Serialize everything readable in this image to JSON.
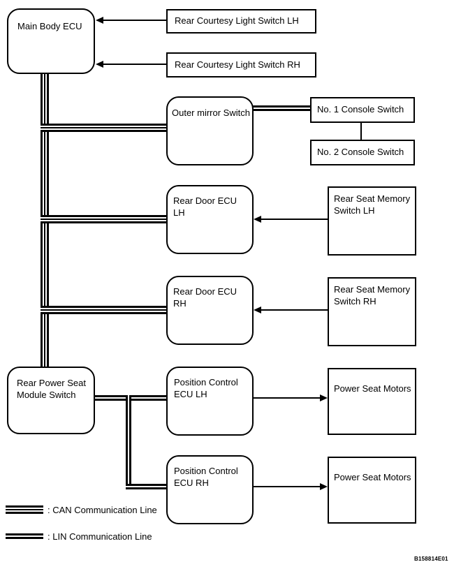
{
  "diagram": {
    "nodes": {
      "main_body_ecu": "Main Body ECU",
      "rear_courtesy_light_switch_lh": "Rear Courtesy Light Switch LH",
      "rear_courtesy_light_switch_rh": "Rear Courtesy Light Switch RH",
      "outer_mirror_switch": "Outer mirror Switch",
      "no1_console_switch": "No. 1 Console Switch",
      "no2_console_switch": "No. 2 Console Switch",
      "rear_door_ecu_lh": "Rear Door ECU LH",
      "rear_seat_memory_switch_lh": "Rear Seat Memory Switch LH",
      "rear_door_ecu_rh": "Rear Door ECU RH",
      "rear_seat_memory_switch_rh": "Rear Seat Memory Switch RH",
      "rear_power_seat_module_switch": "Rear Power Seat Module Switch",
      "position_control_ecu_lh": "Position Control ECU LH",
      "power_seat_motors_lh": "Power Seat Motors",
      "position_control_ecu_rh": "Position Control ECU RH",
      "power_seat_motors_rh": "Power Seat Motors"
    },
    "legend": {
      "can_label": ": CAN Communication Line",
      "lin_label": ": LIN Communication Line"
    },
    "figure_code": "B158814E01",
    "colors": {
      "line": "#000000",
      "background": "#ffffff"
    }
  }
}
